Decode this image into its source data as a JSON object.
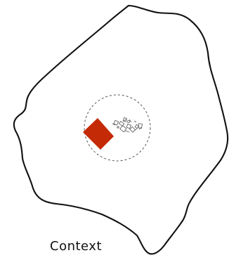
{
  "caption": "Context",
  "colors": {
    "outline": "#111111",
    "focus_circle": "#555555",
    "site_block": "#c42a05",
    "neighborhood": "#555555"
  },
  "icons": {
    "site_block": "red-rotated-square",
    "neighborhood": "small-sketched-buildings"
  }
}
